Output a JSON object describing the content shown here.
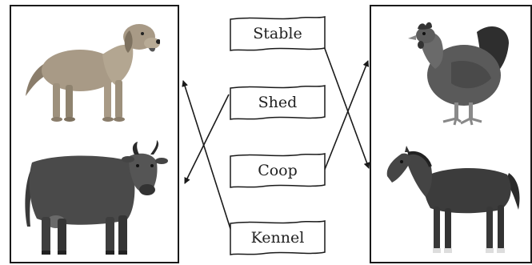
{
  "labels": {
    "stable": "Stable",
    "shed": "Shed",
    "coop": "Coop",
    "kennel": "Kennel"
  },
  "animals": {
    "left_top": "dog-image",
    "left_bottom": "cow-image",
    "right_top": "hen-image",
    "right_bottom": "horse-image"
  },
  "connections": [
    {
      "from": "Stable",
      "to": "horse-image"
    },
    {
      "from": "Shed",
      "to": "cow-image"
    },
    {
      "from": "Coop",
      "to": "hen-image"
    },
    {
      "from": "Kennel",
      "to": "dog-image"
    }
  ],
  "colors": {
    "line": "#1a1a1a",
    "panel_border": "#1a1a1a"
  }
}
